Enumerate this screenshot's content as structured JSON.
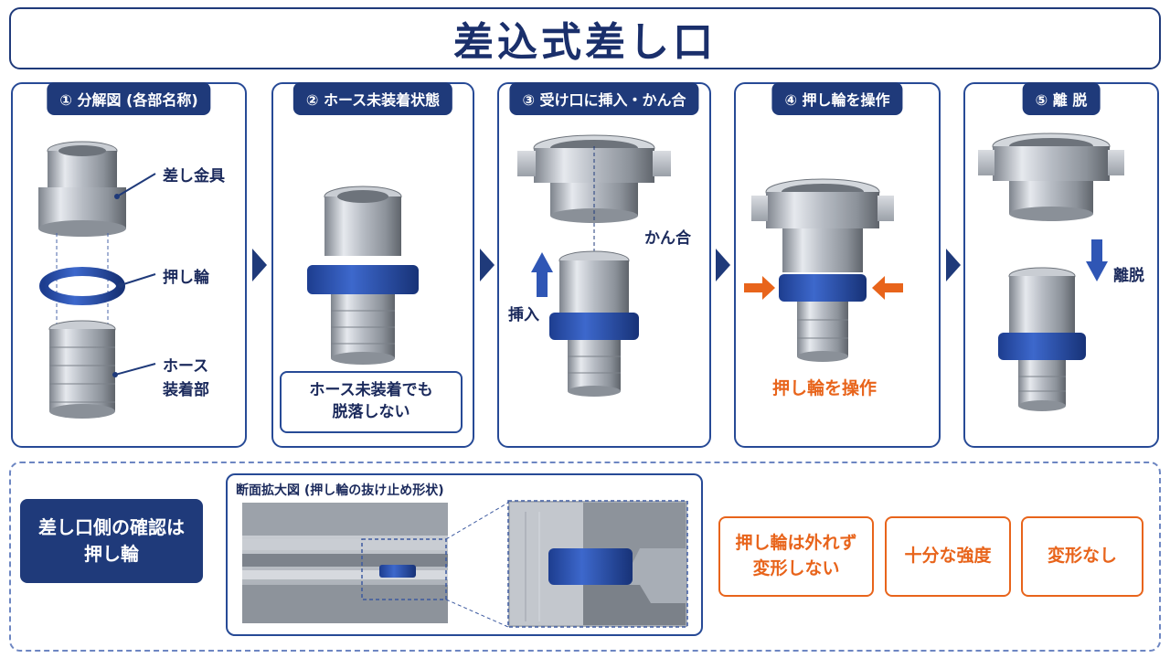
{
  "title": "差込式差し口",
  "panels": [
    {
      "header": "① 分解図 (各部名称)",
      "labels": [
        "差し金具",
        "押し輪",
        "ホース",
        "装着部"
      ]
    },
    {
      "header": "② ホース未装着状態",
      "note_line1": "ホース未装着でも",
      "note_line2": "脱落しない"
    },
    {
      "header": "③ 受け口に挿入・かん合",
      "insert_label": "挿入",
      "mate_label": "かん合"
    },
    {
      "header": "④ 押し輪を操作",
      "operate_label": "押し輪を操作"
    },
    {
      "header": "⑤ 離 脱",
      "detach_label": "離脱"
    }
  ],
  "bottom": {
    "confirm_line1": "差し口側の確認は",
    "confirm_line2": "押し輪",
    "section_title": "断面拡大図 (押し輪の抜け止め形状)",
    "features": [
      {
        "line1": "押し輪は外れず",
        "line2": "変形しない"
      },
      {
        "line1": "十分な強度",
        "line2": ""
      },
      {
        "line1": "変形なし",
        "line2": ""
      }
    ]
  },
  "colors": {
    "navy": "#1f3a7a",
    "blue_ring": "#2f56b5",
    "orange": "#e8641b",
    "steel": "#b9bec6"
  }
}
